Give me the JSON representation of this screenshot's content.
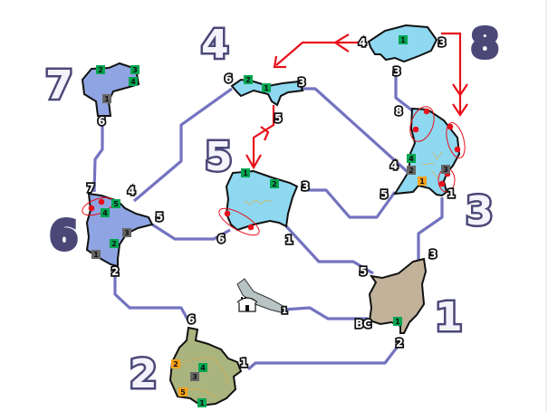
{
  "colors": {
    "path": "#7373c0",
    "marker_green": "#00a651",
    "marker_grey": "#666666",
    "marker_orange": "#f7a11a",
    "annotation_red": "#e8101a",
    "zone_blue": "#8fa5e3",
    "zone_cyan": "#8ed8f0",
    "zone_tan": "#c2b29a",
    "zone_olive": "#a9b47e",
    "base_camp": "#b8c4c4"
  },
  "zones": {
    "z1": {
      "label": "1",
      "exits": [
        "3",
        "5",
        "BC",
        "2"
      ],
      "markers": [
        {
          "text": "1",
          "kind": "green"
        }
      ]
    },
    "z2": {
      "label": "2",
      "exits": [
        "6",
        "1"
      ],
      "markers": [
        {
          "text": "2",
          "kind": "orange"
        },
        {
          "text": "4",
          "kind": "green"
        },
        {
          "text": "3",
          "kind": "grey"
        },
        {
          "text": "5",
          "kind": "orange"
        },
        {
          "text": "1",
          "kind": "green"
        }
      ]
    },
    "z3": {
      "label": "3",
      "exits": [
        "8",
        "4",
        "5",
        "1"
      ],
      "markers": [
        {
          "text": "4",
          "kind": "green"
        },
        {
          "text": "2",
          "kind": "grey"
        },
        {
          "text": "1",
          "kind": "orange"
        },
        {
          "text": "3",
          "kind": "grey"
        }
      ]
    },
    "z4": {
      "label": "4",
      "exits": [
        "6",
        "3",
        "5"
      ],
      "markers": [
        {
          "text": "2",
          "kind": "green"
        },
        {
          "text": "1",
          "kind": "green"
        }
      ]
    },
    "z5": {
      "label": "5",
      "exits": [
        "3",
        "6",
        "1"
      ],
      "markers": [
        {
          "text": "1",
          "kind": "green"
        },
        {
          "text": "2",
          "kind": "green"
        }
      ]
    },
    "z6": {
      "label": "6",
      "exits": [
        "7",
        "4",
        "5",
        "2"
      ],
      "markers": [
        {
          "text": "5",
          "kind": "green"
        },
        {
          "text": "4",
          "kind": "green"
        },
        {
          "text": "3",
          "kind": "grey"
        },
        {
          "text": "2",
          "kind": "green"
        },
        {
          "text": "1",
          "kind": "grey"
        }
      ]
    },
    "z7": {
      "label": "7",
      "exits": [
        "6"
      ],
      "markers": [
        {
          "text": "2",
          "kind": "green"
        },
        {
          "text": "3",
          "kind": "green"
        },
        {
          "text": "4",
          "kind": "green"
        },
        {
          "text": "1",
          "kind": "grey"
        }
      ]
    },
    "z8": {
      "label": "8",
      "exits": [
        "4",
        "3",
        "3"
      ],
      "markers": [
        {
          "text": "1",
          "kind": "green"
        }
      ]
    }
  },
  "base_camp": {
    "exit": "1",
    "icon": "house-icon"
  }
}
